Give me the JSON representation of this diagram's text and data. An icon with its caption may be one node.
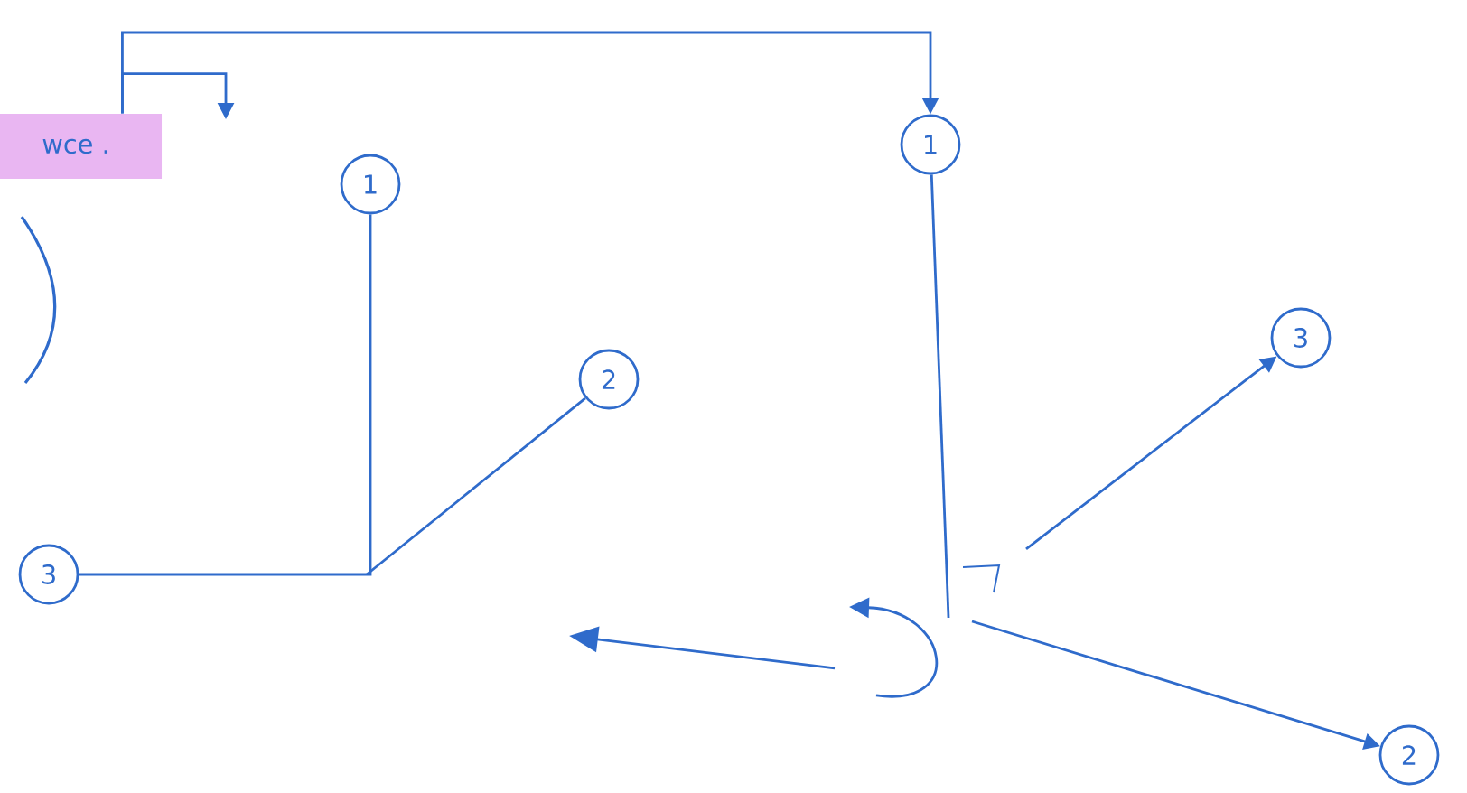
{
  "diagram": {
    "nodes": [
      {
        "text": [
          "wce ."
        ]
      },
      {
        "text": [
          "1"
        ]
      },
      {
        "text": [
          "2"
        ]
      },
      {
        "text": [
          "3"
        ]
      },
      {
        "text": [
          "1"
        ]
      },
      {
        "text": [
          "3"
        ]
      },
      {
        "text": [
          "2"
        ]
      }
    ],
    "edges": [
      {
        "from": 0,
        "to": 4,
        "arrow": "to"
      },
      {
        "from": 0,
        "to": null,
        "arrow": "to"
      },
      {
        "from": 1,
        "to": 3,
        "arrow": "none"
      },
      {
        "from": null,
        "to": 2,
        "arrow": "none"
      },
      {
        "from": 4,
        "to": null,
        "arrow": "none"
      },
      {
        "from": null,
        "to": 5,
        "arrow": "to"
      },
      {
        "from": null,
        "to": 6,
        "arrow": "to"
      }
    ]
  }
}
